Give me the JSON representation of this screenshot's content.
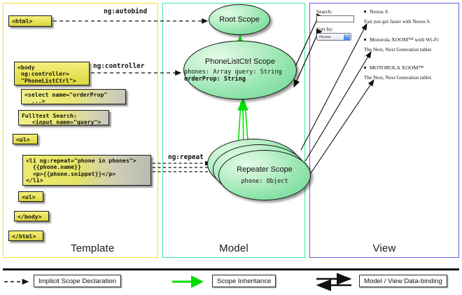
{
  "panels": {
    "template": {
      "label": "Template",
      "border_color": "#f2e22a"
    },
    "model": {
      "label": "Model",
      "border_color": "#3fe8a0"
    },
    "view": {
      "label": "View",
      "border_color": "#6b57e0"
    }
  },
  "template": {
    "boxes": [
      {
        "name": "html-open",
        "code": "<html>"
      },
      {
        "name": "body-open",
        "code": "<body\n ng:controller=\n \"PhoneListCtrl\">"
      },
      {
        "name": "select",
        "code": "<select name=\"orderProp\"\n  ...>"
      },
      {
        "name": "fulltext",
        "code": "Fulltext Search:\n   <input name=\"query\">"
      },
      {
        "name": "ul-open",
        "code": "<ul>"
      },
      {
        "name": "li-repeat",
        "code": "<li ng:repeat=\"phone in phones\">\n  {{phone.name}}\n  <p>{{phone.snippet}}</p>\n</li>"
      },
      {
        "name": "ul-close",
        "code": "<ul>"
      },
      {
        "name": "body-close",
        "code": "</body>"
      },
      {
        "name": "html-close",
        "code": "</html>"
      }
    ]
  },
  "model": {
    "root_scope": {
      "title": "Root\nScope"
    },
    "phonelist_scope": {
      "title": "PhoneListCtrl\nScope",
      "props_plain": "phones: Array\nquery: String",
      "props_bold": "orderProp: String"
    },
    "repeater_scope": {
      "title": "Repeater\nScope",
      "props": "phone: Object",
      "stack_count": 3
    }
  },
  "view": {
    "search_label": "Search:",
    "search_value": "",
    "sort_label": "Sort by:",
    "sort_selected": "Newest",
    "sort_options": [
      "Newest"
    ],
    "items": [
      {
        "name": "Nexus S",
        "snippet": "Fast just got faster with Nexus S."
      },
      {
        "name": "Motorola XOOM™ with Wi-Fi",
        "snippet": "The Next, Next Generation tablet."
      },
      {
        "name": "MOTOROLA XOOM™",
        "snippet": "The Next, Next Generation tablet."
      }
    ]
  },
  "edges": {
    "autobind": "ng:autobind",
    "controller": "ng:controller",
    "repeat": "ng:repeat"
  },
  "legend": {
    "items": [
      {
        "name": "implicit-scope-declaration",
        "label": "Implicit Scope Declaration",
        "style": "dashed-arrow",
        "color": "#111111"
      },
      {
        "name": "scope-inheritance",
        "label": "Scope Inheritance",
        "style": "solid-arrow",
        "color": "#00e000"
      },
      {
        "name": "model-view-data-binding",
        "label": "Model / View Data-binding",
        "style": "double-arrow",
        "color": "#111111"
      }
    ]
  }
}
